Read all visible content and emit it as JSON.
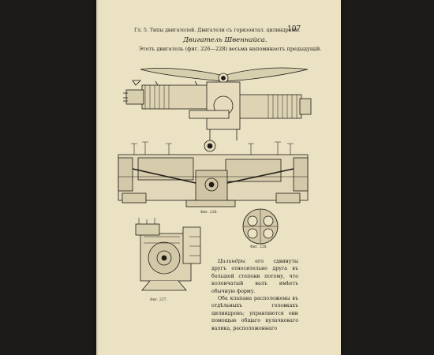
{
  "page": {
    "running_header": "Гл. 5. Типы двигателей. Двигатели съ горизонтал. цилиндрами.",
    "page_number": "107",
    "section_title": "Двигатель Швеннайса.",
    "lead_sentence": "Этотъ двигатель (фиг. 226—228) весьма напоминаетъ предыдущій.",
    "captions": {
      "fig226": "Фиг. 226.",
      "fig227": "Фиг. 227.",
      "fig228": "Фиг. 228."
    },
    "body": {
      "p1_italic": "Цилиндры",
      "p1_rest": "его сдвинуты другъ относительно друга въ большей степени потому, что коленчатый валъ имѣетъ обычную форму.",
      "p2": "Оба клапана расположены въ отдѣльныхъ головкахъ цилиндровъ; управляются они помощью общаго кулачковаго валика, расположеннаго"
    }
  }
}
